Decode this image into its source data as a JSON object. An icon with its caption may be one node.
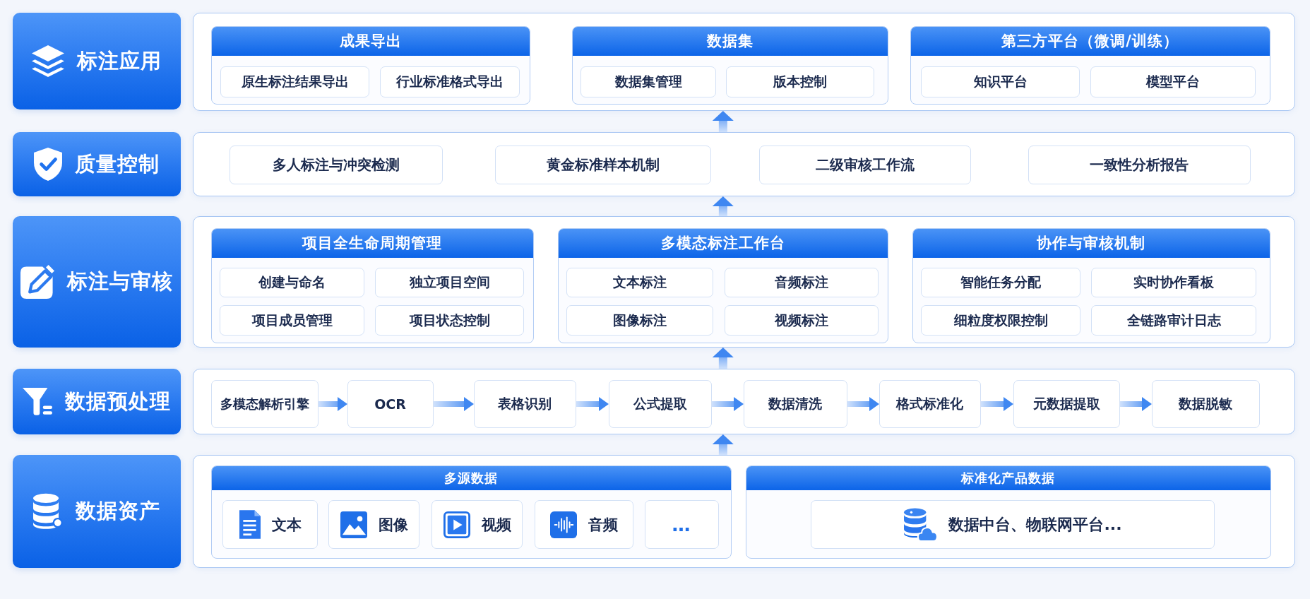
{
  "diagram": {
    "nodes": [
      {
        "text": [
          "标注应用"
        ]
      },
      {
        "text": [],
        "shape": "box"
      },
      {
        "text": [
          "成果导出"
        ],
        "in": 1
      },
      {
        "text": [
          "原生标注结果导出"
        ],
        "in": 2
      },
      {
        "text": [
          "行业标准格式导出"
        ],
        "in": 2
      },
      {
        "text": [
          "数据集"
        ],
        "in": 1
      },
      {
        "text": [
          "数据集管理"
        ],
        "in": 5
      },
      {
        "text": [
          "版本控制"
        ],
        "in": 5
      },
      {
        "text": [
          "第三方平台（微调/训练）"
        ],
        "in": 1
      },
      {
        "text": [
          "知识平台"
        ],
        "in": 8
      },
      {
        "text": [
          "模型平台"
        ],
        "in": 8
      },
      {
        "text": [
          "质量控制"
        ]
      },
      {
        "text": [],
        "shape": "box"
      },
      {
        "text": [
          "多人标注与冲突检测"
        ],
        "in": 12
      },
      {
        "text": [
          "黄金标准样本机制"
        ],
        "in": 12
      },
      {
        "text": [
          "二级审核工作流"
        ],
        "in": 12
      },
      {
        "text": [
          "一致性分析报告"
        ],
        "in": 12
      },
      {
        "text": [
          "标注与审核"
        ]
      },
      {
        "text": [],
        "shape": "box"
      },
      {
        "text": [
          "项目全生命周期管理"
        ],
        "in": 18
      },
      {
        "text": [
          "创建与命名"
        ],
        "in": 19
      },
      {
        "text": [
          "独立项目空间"
        ],
        "in": 19
      },
      {
        "text": [
          "项目成员管理"
        ],
        "in": 19
      },
      {
        "text": [
          "项目状态控制"
        ],
        "in": 19
      },
      {
        "text": [
          "多模态标注工作台"
        ],
        "in": 18
      },
      {
        "text": [
          "文本标注"
        ],
        "in": 24
      },
      {
        "text": [
          "音频标注"
        ],
        "in": 24
      },
      {
        "text": [
          "图像标注"
        ],
        "in": 24
      },
      {
        "text": [
          "视频标注"
        ],
        "in": 24
      },
      {
        "text": [
          "协作与审核机制"
        ],
        "in": 18
      },
      {
        "text": [
          "智能任务分配"
        ],
        "in": 29
      },
      {
        "text": [
          "实时协作看板"
        ],
        "in": 29
      },
      {
        "text": [
          "细粒度权限控制"
        ],
        "in": 29
      },
      {
        "text": [
          "全链路审计日志"
        ],
        "in": 29
      },
      {
        "text": [
          "数据预处理"
        ]
      },
      {
        "text": [],
        "shape": "box"
      },
      {
        "text": [
          "多模态解析引擎"
        ],
        "in": 35
      },
      {
        "text": [
          "OCR"
        ],
        "in": 35
      },
      {
        "text": [
          "表格识别"
        ],
        "in": 35
      },
      {
        "text": [
          "公式提取"
        ],
        "in": 35
      },
      {
        "text": [
          "数据清洗"
        ],
        "in": 35
      },
      {
        "text": [
          "格式标准化"
        ],
        "in": 35
      },
      {
        "text": [
          "元数据提取"
        ],
        "in": 35
      },
      {
        "text": [
          "数据脱敏"
        ],
        "in": 35
      },
      {
        "text": [
          "数据资产"
        ]
      },
      {
        "text": [],
        "shape": "box"
      },
      {
        "text": [
          "多源数据"
        ],
        "in": 45
      },
      {
        "text": [
          "文本"
        ],
        "in": 46
      },
      {
        "text": [
          "图像"
        ],
        "in": 46
      },
      {
        "text": [
          "视频"
        ],
        "in": 46
      },
      {
        "text": [
          "音频"
        ],
        "in": 46
      },
      {
        "text": [
          "…"
        ],
        "in": 46
      },
      {
        "text": [
          "标准化产品数据"
        ],
        "in": 45
      },
      {
        "text": [
          "数据中台、物联网平台..."
        ],
        "in": 52
      }
    ],
    "edges": [
      {
        "from": 36,
        "to": 37,
        "arrow": "to"
      },
      {
        "from": 37,
        "to": 38,
        "arrow": "to"
      },
      {
        "from": 38,
        "to": 39,
        "arrow": "to"
      },
      {
        "from": 39,
        "to": 40,
        "arrow": "to"
      },
      {
        "from": 40,
        "to": 41,
        "arrow": "to"
      },
      {
        "from": 41,
        "to": 42,
        "arrow": "to"
      },
      {
        "from": 42,
        "to": 43,
        "arrow": "to"
      },
      {
        "from": 45,
        "to": 35,
        "arrow": "to"
      },
      {
        "from": 35,
        "to": 18,
        "arrow": "to"
      },
      {
        "from": 18,
        "to": 12,
        "arrow": "to"
      },
      {
        "from": 12,
        "to": 1,
        "arrow": "to"
      }
    ]
  }
}
